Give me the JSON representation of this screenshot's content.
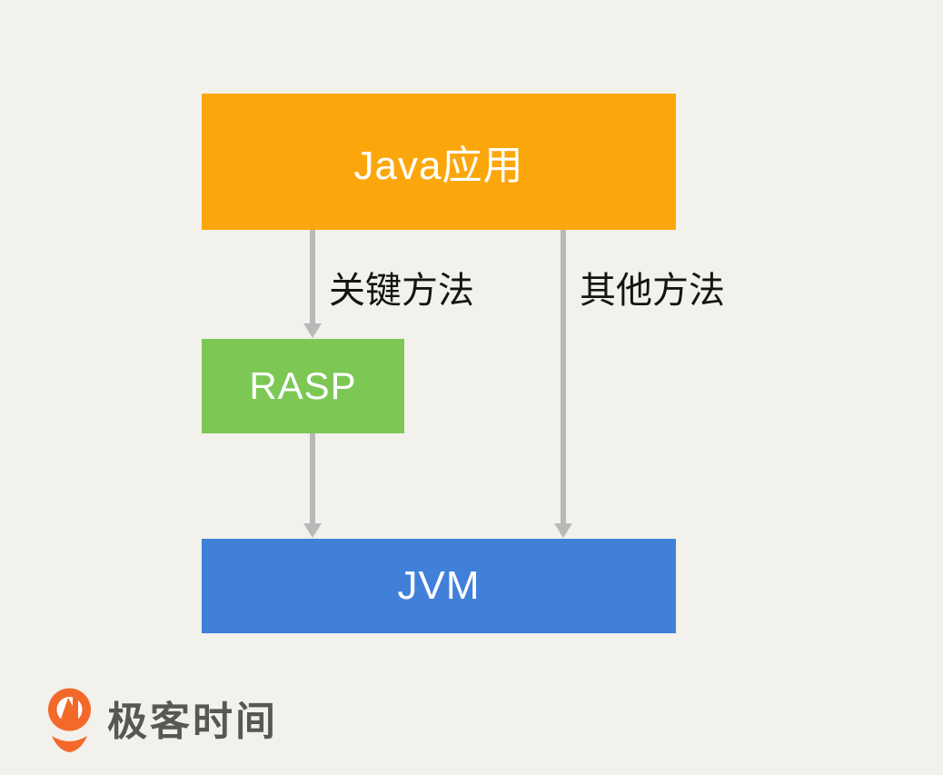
{
  "colors": {
    "background": "#F2F1EB",
    "java_box": "#FBA70C",
    "rasp_box": "#7DC855",
    "jvm_box": "#4080D9",
    "box_text": "#FFFFFF",
    "arrow": "#B9B9B9",
    "edge_label": "#141414",
    "logo": "#F4692A",
    "logo_text": "#595755"
  },
  "diagram": {
    "nodes": [
      {
        "id": "java-app",
        "label": "Java应用"
      },
      {
        "id": "rasp",
        "label": "RASP"
      },
      {
        "id": "jvm",
        "label": "JVM"
      }
    ],
    "edges": [
      {
        "from": "java-app",
        "to": "rasp",
        "label": "关键方法"
      },
      {
        "from": "java-app",
        "to": "jvm",
        "label": "其他方法"
      },
      {
        "from": "rasp",
        "to": "jvm",
        "label": ""
      }
    ]
  },
  "branding": {
    "logo_text": "极客时间"
  }
}
